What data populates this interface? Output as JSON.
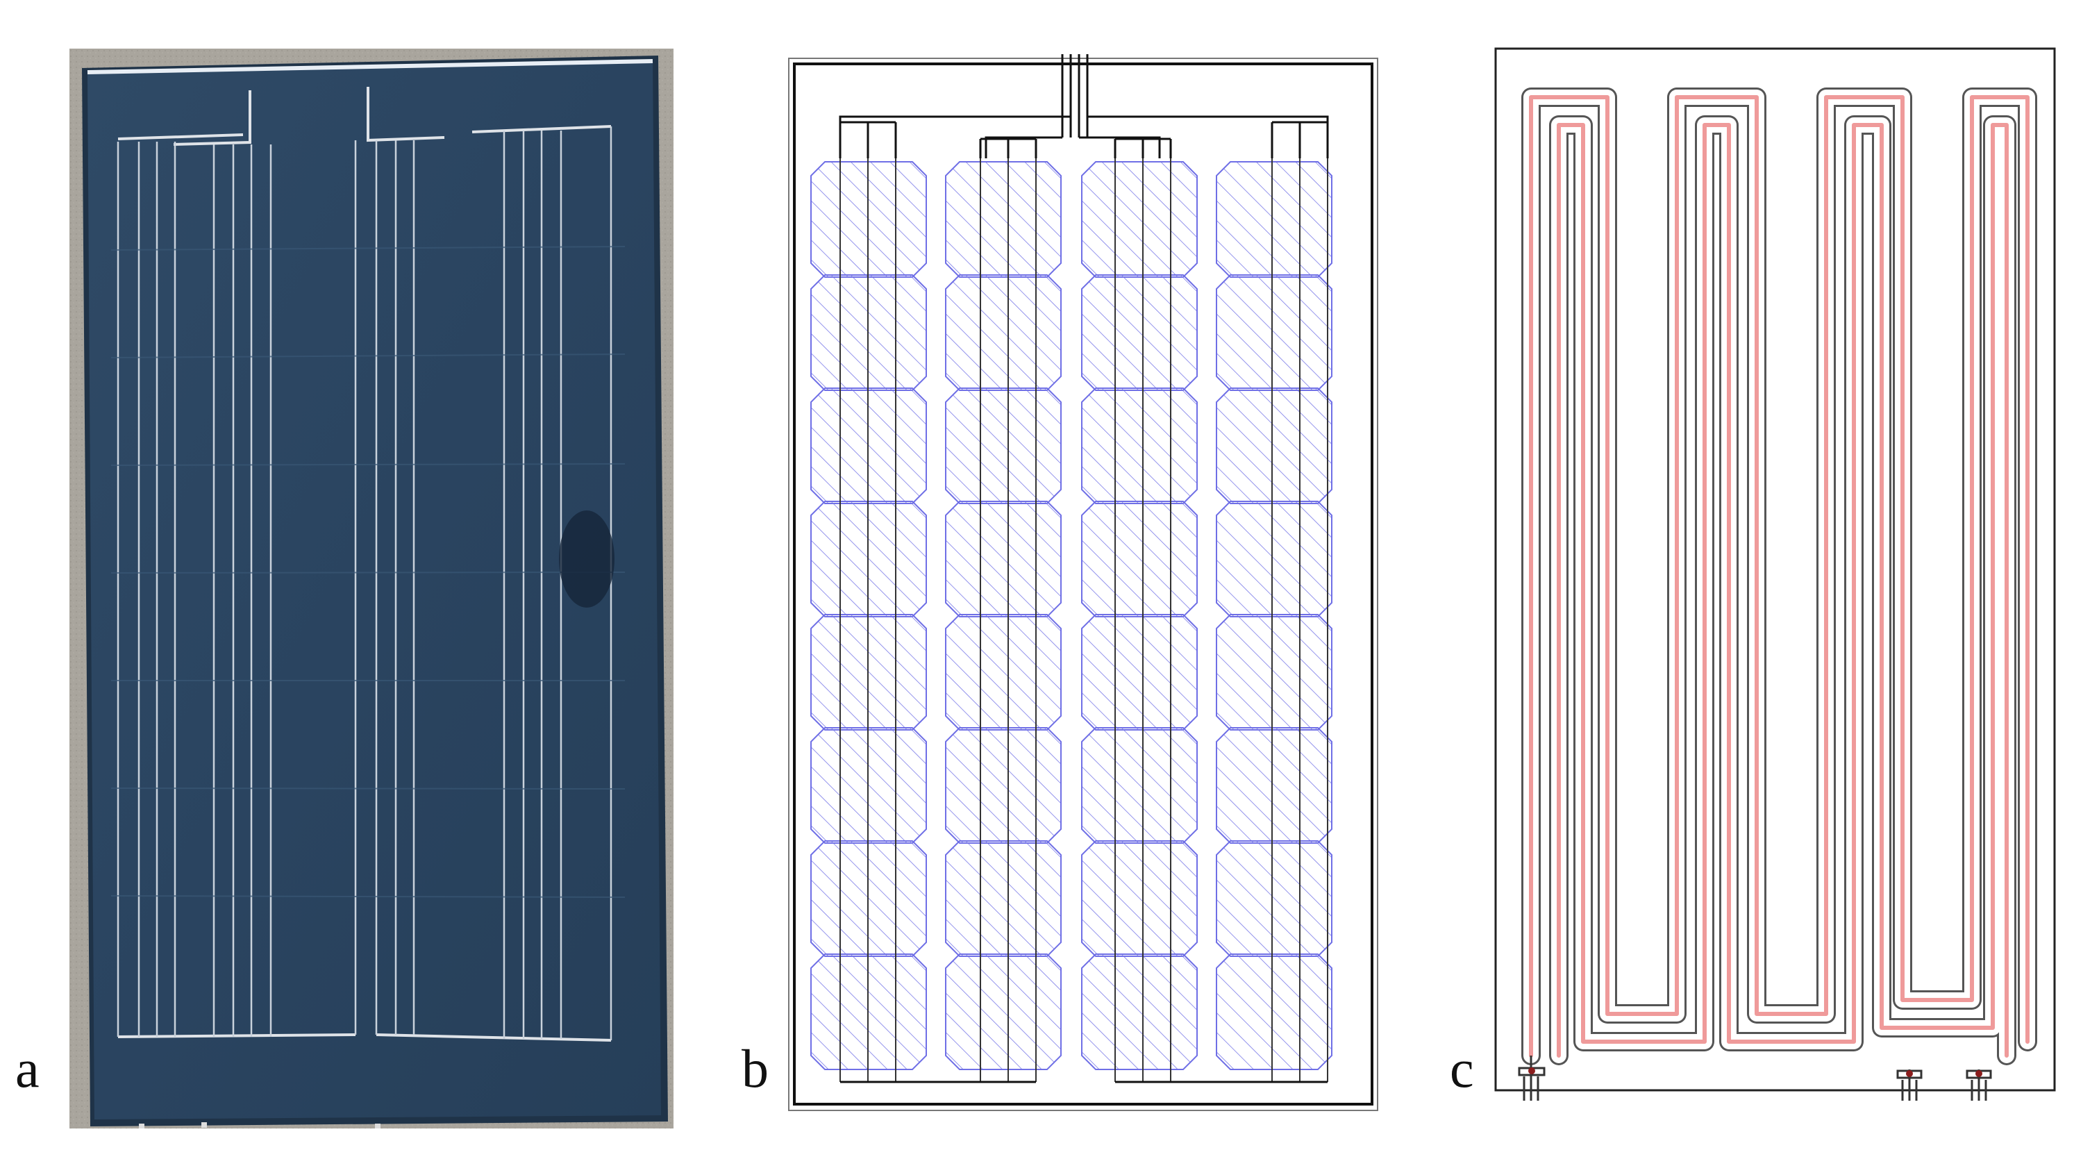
{
  "labels": {
    "a": "a",
    "b": "b",
    "c": "c"
  },
  "colors": {
    "background": "#ffffff",
    "panel_glass": "#2c4763",
    "panel_edge": "#90a3b8",
    "concrete": "#a8a49c",
    "busbar": "#dfe3e8",
    "cell_hatch": "#6f6fe6",
    "wire": "#111111",
    "tube_fill": "#f2b4b4",
    "tube_line": "#555555"
  },
  "icons": {
    "photo": "pv-module-photo-icon",
    "schematic": "cell-layout-schematic-icon",
    "pipe": "serpentine-tube-icon"
  }
}
